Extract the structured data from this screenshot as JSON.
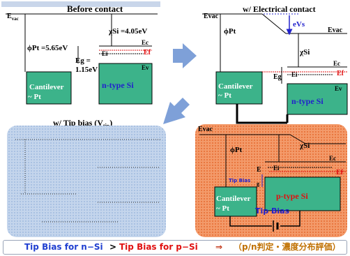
{
  "panel_before": {
    "title": "Before contact",
    "evac": "E",
    "evac_sub": "vac",
    "phi_pt": "ϕPt =5.65eV",
    "chi_si": "χSi =4.05eV",
    "ec": "Ec",
    "ef": "Ef",
    "ei": "Ei",
    "ev": "Ev",
    "eg": "Eg =",
    "eg_val": "1.15eV",
    "metal_label1": "Cantilever",
    "metal_label2": "~ Pt",
    "semi_label": "n-type Si"
  },
  "panel_contact": {
    "title": "w/ Electrical contact",
    "evac_left": "Evac",
    "evac_right": "Evac",
    "evs": "eVs",
    "phi_pt": "ϕPt",
    "chi_si": "χSi",
    "ec": "Ec",
    "ef": "Ef",
    "ei": "Ei",
    "ev": "Ev",
    "eg": "Eg",
    "metal_label1": "Cantilever",
    "metal_label2": "~ Pt",
    "semi_label": "n-type Si"
  },
  "panel_tipbias_n": {
    "title": "w/ Tip bias (V",
    "title_sub": "tip",
    "title_end": ")"
  },
  "panel_tipbias_p": {
    "evac": "Evac",
    "phi_pt": "ϕPt",
    "chi_si": "χSi",
    "ec": "Ec",
    "ef": "Ef",
    "ei": "Ei",
    "e": "E",
    "tip_bias_small": "Tip Bias",
    "tip_bias": "Tip Bias",
    "g": "g",
    "metal_label1": "Cantilever",
    "metal_label2": "~ Pt",
    "semi_label": "p-type Si"
  },
  "caption": {
    "part1": "Tip Bias for n−Si",
    "gt": ">",
    "part2": "Tip Bias for p−Si",
    "arrow": "⇒",
    "part3": "（p/n判定・濃度分布評価）"
  },
  "colors": {
    "metal_fill": "#3cb38a",
    "semi_fill": "#3cb38a",
    "red": "#e01010",
    "blue": "#2222cc",
    "orange_bg": "#f08a5a",
    "blue_bg": "#b9cde6",
    "arrow_fill": "#7ea0d8",
    "caption_blue": "#1f3fd0",
    "caption_red": "#e01010",
    "caption_brown": "#c07000"
  }
}
